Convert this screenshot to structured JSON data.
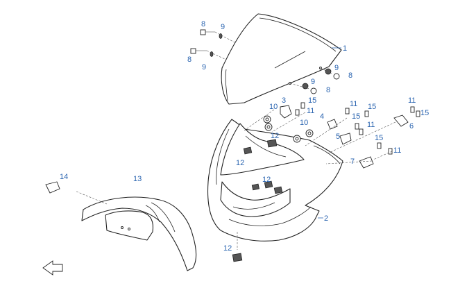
{
  "callouts": [
    {
      "id": "c1",
      "label": "1"
    },
    {
      "id": "c2",
      "label": "2"
    },
    {
      "id": "c3",
      "label": "3"
    },
    {
      "id": "c4",
      "label": "4"
    },
    {
      "id": "c5",
      "label": "5"
    },
    {
      "id": "c6",
      "label": "6"
    },
    {
      "id": "c7",
      "label": "7"
    },
    {
      "id": "c8a",
      "label": "8"
    },
    {
      "id": "c8b",
      "label": "8"
    },
    {
      "id": "c8c",
      "label": "8"
    },
    {
      "id": "c8d",
      "label": "8"
    },
    {
      "id": "c9a",
      "label": "9"
    },
    {
      "id": "c9b",
      "label": "9"
    },
    {
      "id": "c9c",
      "label": "9"
    },
    {
      "id": "c9d",
      "label": "9"
    },
    {
      "id": "c10a",
      "label": "10"
    },
    {
      "id": "c10b",
      "label": "10"
    },
    {
      "id": "c11a",
      "label": "11"
    },
    {
      "id": "c11b",
      "label": "11"
    },
    {
      "id": "c11c",
      "label": "11"
    },
    {
      "id": "c11d",
      "label": "11"
    },
    {
      "id": "c11e",
      "label": "11"
    },
    {
      "id": "c12a",
      "label": "12"
    },
    {
      "id": "c12b",
      "label": "12"
    },
    {
      "id": "c12c",
      "label": "12"
    },
    {
      "id": "c12d",
      "label": "12"
    },
    {
      "id": "c13",
      "label": "13"
    },
    {
      "id": "c14",
      "label": "14"
    },
    {
      "id": "c15a",
      "label": "15"
    },
    {
      "id": "c15b",
      "label": "15"
    },
    {
      "id": "c15c",
      "label": "15"
    },
    {
      "id": "c15d",
      "label": "15"
    },
    {
      "id": "c15e",
      "label": "15"
    }
  ],
  "icons": {
    "front_arrow": "front-direction-arrow-icon"
  }
}
